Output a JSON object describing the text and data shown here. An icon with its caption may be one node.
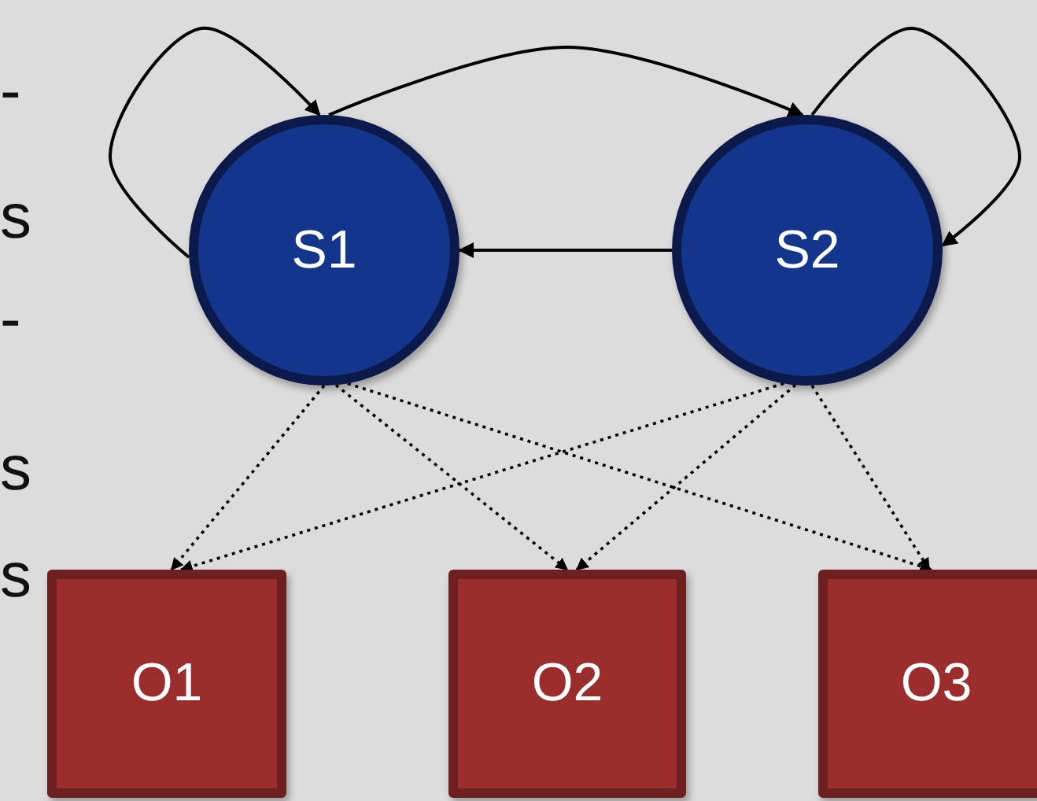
{
  "diagram": {
    "nodes": [
      {
        "text": [
          "S1"
        ]
      },
      {
        "text": [
          "S2"
        ]
      },
      {
        "text": [
          "O1"
        ]
      },
      {
        "text": [
          "O2"
        ]
      },
      {
        "text": [
          "O3"
        ]
      }
    ],
    "edges": [
      {
        "from": 0,
        "to": 0,
        "arrow": "to"
      },
      {
        "from": 0,
        "to": 1,
        "arrow": "to"
      },
      {
        "from": 1,
        "to": 1,
        "arrow": "to"
      },
      {
        "from": 1,
        "to": 0,
        "arrow": "to"
      },
      {
        "from": 0,
        "to": 2,
        "arrow": "to",
        "style": "dashed"
      },
      {
        "from": 0,
        "to": 3,
        "arrow": "to",
        "style": "dashed"
      },
      {
        "from": 0,
        "to": 4,
        "arrow": "to",
        "style": "dashed"
      },
      {
        "from": 1,
        "to": 2,
        "arrow": "to",
        "style": "dashed"
      },
      {
        "from": 1,
        "to": 3,
        "arrow": "to",
        "style": "dashed"
      },
      {
        "from": 1,
        "to": 4,
        "arrow": "to",
        "style": "dashed"
      }
    ],
    "labels": [
      "-",
      "s",
      "-",
      "s",
      "s"
    ]
  }
}
